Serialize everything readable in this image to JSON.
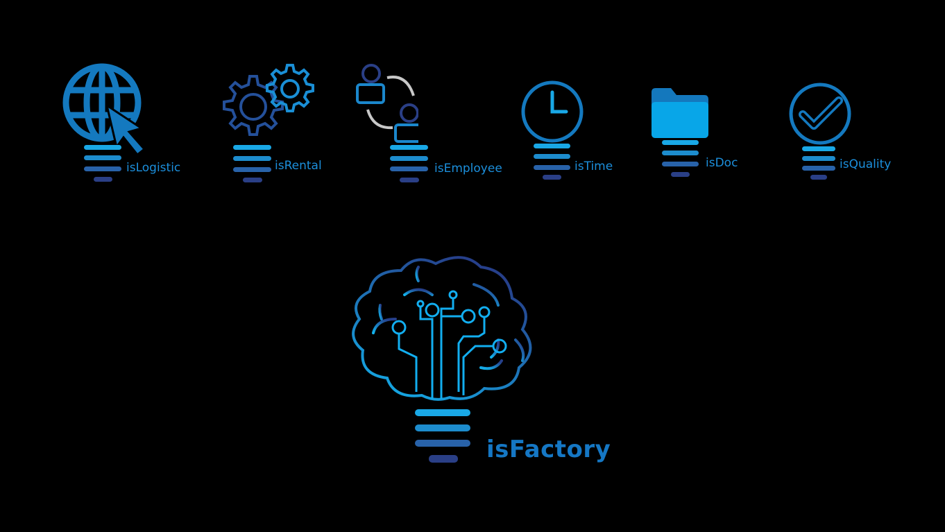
{
  "products": [
    {
      "name": "isLogistic",
      "icon": "globe-cursor-icon"
    },
    {
      "name": "isRental",
      "icon": "gears-icon"
    },
    {
      "name": "isEmployee",
      "icon": "user-exchange-icon"
    },
    {
      "name": "isTime",
      "icon": "clock-icon"
    },
    {
      "name": "isDoc",
      "icon": "folder-icon"
    },
    {
      "name": "isQuality",
      "icon": "checkmark-circle-icon"
    }
  ],
  "main_logo": {
    "name": "isFactory",
    "icon": "brain-circuit-icon"
  },
  "colors": {
    "background": "#000000",
    "accent": "#1c8fdc",
    "bright": "#19a8e6",
    "dark": "#2a3f86"
  }
}
